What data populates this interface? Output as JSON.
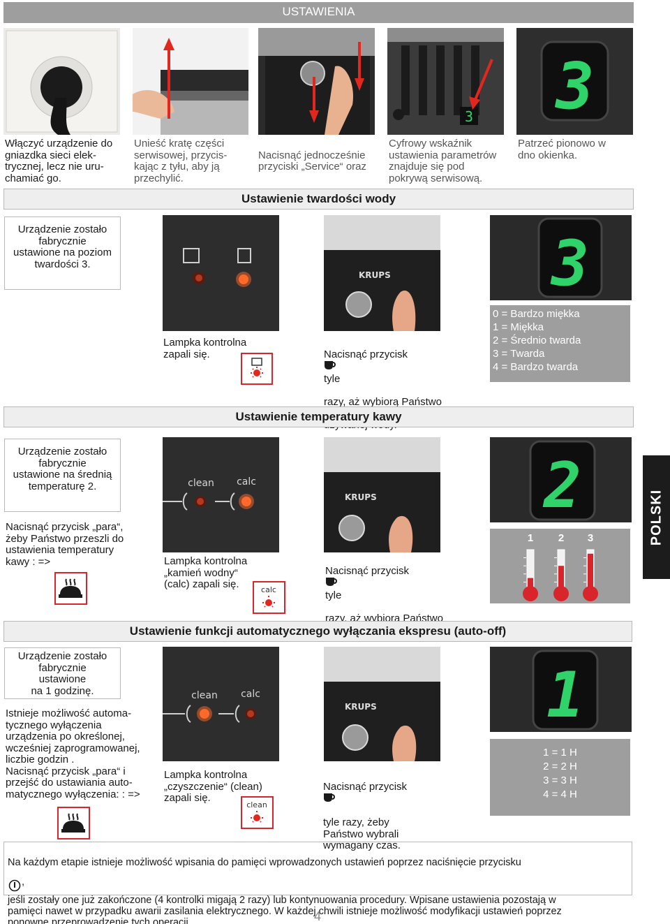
{
  "header": {
    "title": "USTAWIENIA"
  },
  "steps": [
    "Włączyć urządzenie do\ngniazdka sieci elek-\ntrycznej, lecz nie uru-\nchamiać go.",
    "Unieść kratę części\nserwisowej, przycis-\nkając z tyłu, aby ją\nprzechylić.",
    "Nacisnąć jednocześnie\nprzyciski „Service“ oraz",
    "Cyfrowy wskaźnik\nustawienia parametrów\nznajduje się pod\npokrywą serwisową.",
    "Patrzeć pionowo w\ndno okienka."
  ],
  "step3_tail": ".",
  "water": {
    "title": "Ustawienie twardości wody",
    "factory": "Urządzenie zostało\nfabrycznie\nustawione na poziom\ntwardości 3.",
    "lamp": "Lampka kontrolna\nzapali się.",
    "press_a": "Nacisnąć przycisk",
    "press_b": "tyle",
    "press_c": "razy, aż wybiorą Państwo\nwłaściwą twardość\nużywanej wody.",
    "levels": [
      "0 = Bardzo miękka",
      "1 = Miękka",
      "2 = Średnio twarda",
      "3 = Twarda",
      "4 = Bardzo twarda"
    ],
    "display_digit": "3"
  },
  "temp": {
    "title": "Ustawienie temperatury kawy",
    "factory": "Urządzenie zostało\nfabrycznie\nustawione na średnią\ntemperaturę 2.",
    "steam": "Nacisnąć przycisk „para“,\nżeby Państwo przeszli do\nustawienia temperatury\nkawy :  =>",
    "lamp": "Lampka kontrolna\n„kamień wodny“\n(calc) zapali się.",
    "press_a": "Nacisnąć przycisk",
    "press_b": "tyle",
    "press_c": "razy, aż wybiorą Państwo\nwłaściwą temperaturę kawy.",
    "thermo_labels": [
      "1",
      "2",
      "3"
    ],
    "thermo_levels": [
      0.3,
      0.6,
      0.9
    ],
    "display_digit": "2",
    "panel_left": "clean",
    "panel_right": "calc",
    "icon_label": "calc"
  },
  "autooff": {
    "title": "Ustawienie funkcji automatycznego wyłączania ekspresu (auto-off)",
    "factory": "Urządzenie zostało\nfabrycznie\nustawione\nna 1 godzinę.",
    "body": "Istnieje możliwość automa-\ntycznego wyłączenia\nurządzenia po określonej,\nwcześniej zaprogramowanej,\nliczbie godzin .\nNacisnąć przycisk „para“ i\nprzejść do ustawiania auto-\nmatycznego wyłączenia: : =>",
    "lamp": "Lampka kontrolna\n„czyszczenie“ (clean)\nzapali się.",
    "press_a": "Nacisnąć przycisk",
    "press_c": "tyle razy, żeby\nPaństwo wybrali\nwymagany czas.",
    "hours": [
      "1 = 1 H",
      "2 = 2 H",
      "3 = 3 H",
      "4 = 4 H"
    ],
    "display_digit": "1",
    "panel_left": "clean",
    "panel_right": "calc",
    "icon_label": "clean"
  },
  "machine_brand": "KRUPS",
  "footer": {
    "line1a": "Na każdym etapie istnieje możliwość wpisania do pamięci wprowadzonych ustawień poprzez naciśnięcie przycisku",
    "line1b": ",",
    "rest": "jeśli zostały one już zakończone (4 kontrolki migają 2 razy) lub kontynuowania procedury. Wpisane ustawienia pozostają w\npamięci nawet w przypadku awarii zasilania elektrycznego. W każdej chwili istnieje możliwość modyfikacji ustawień poprzez\nponowne przeprowadzenie tych operacji."
  },
  "side_tab": "POLSKI",
  "page_number": "4",
  "colors": {
    "banner": "#9e9e9e",
    "accent_red": "#d8252b",
    "led_green": "#2fd36a",
    "led_orange": "#ff6a2a"
  }
}
